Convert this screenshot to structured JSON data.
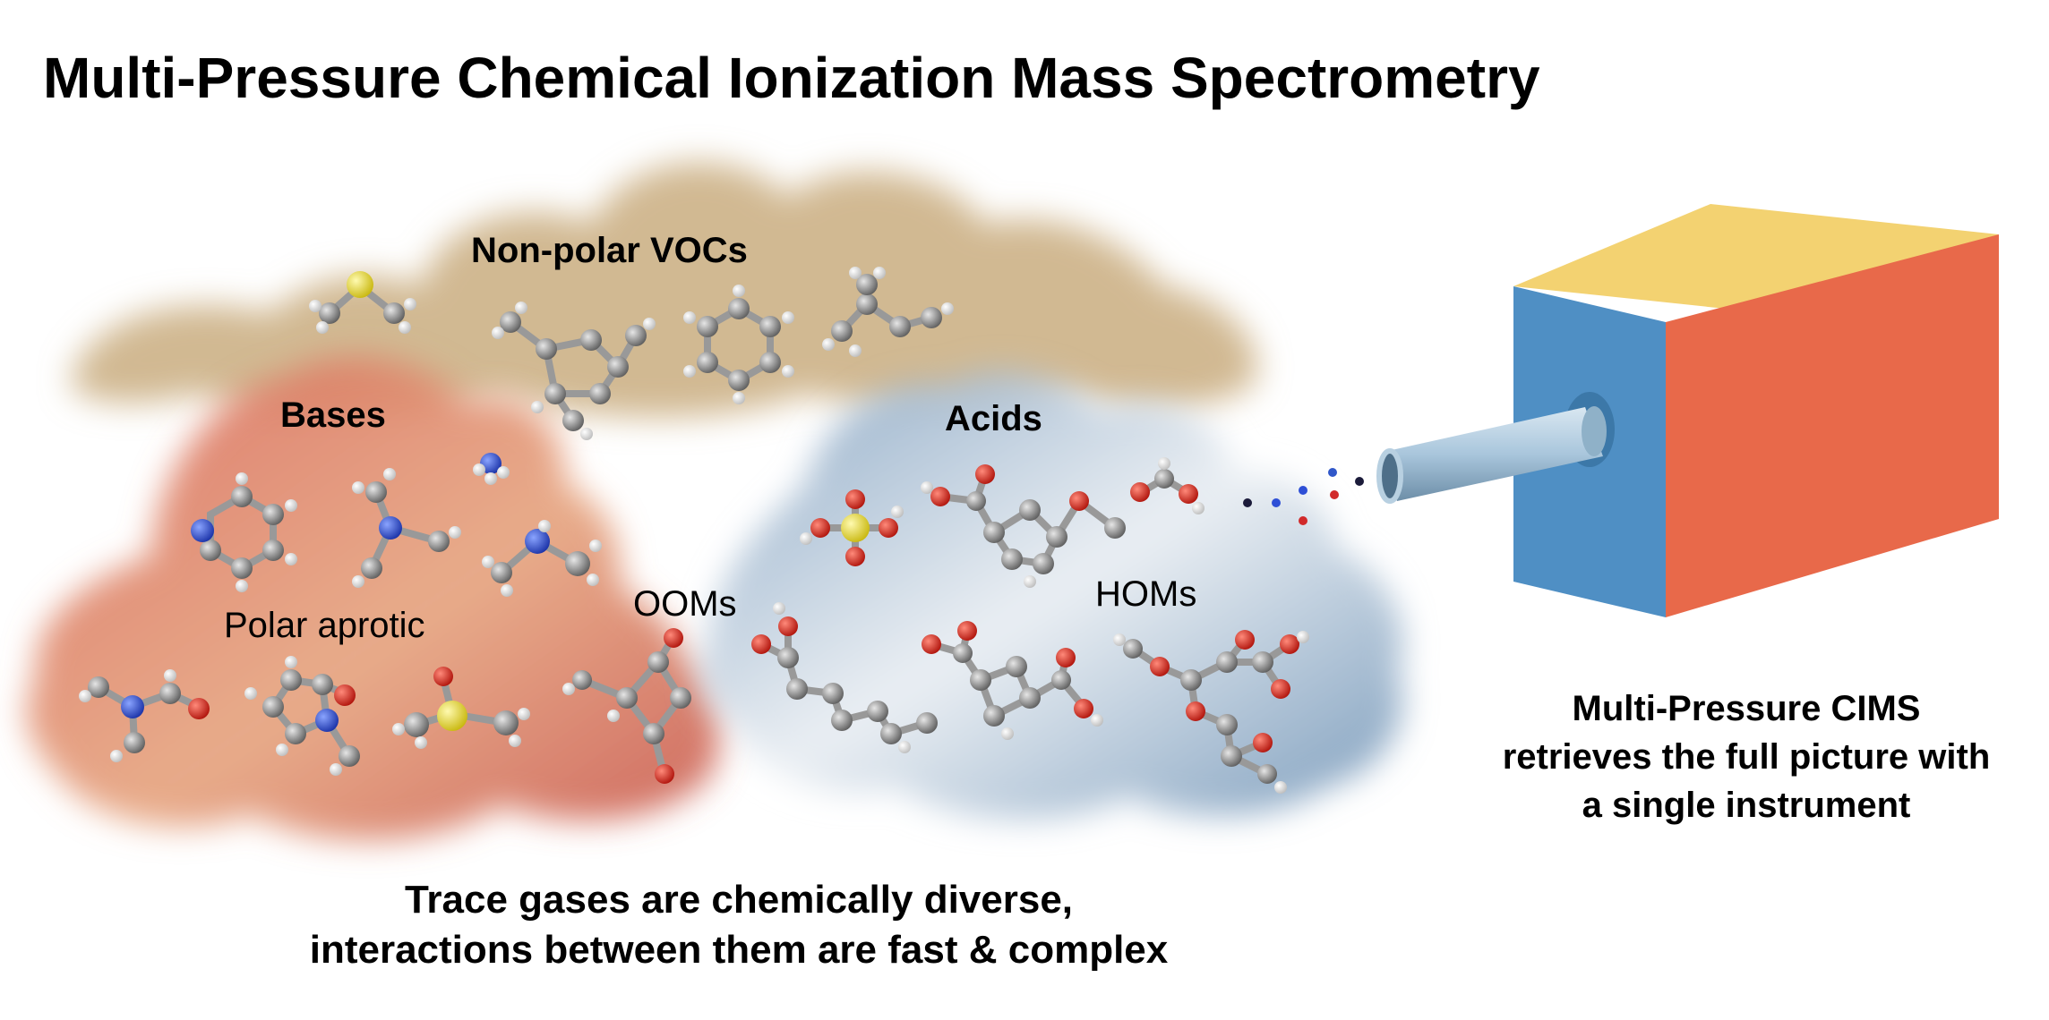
{
  "title": "Multi-Pressure Chemical Ionization Mass Spectrometry",
  "clouds": {
    "nonpolar": {
      "label": "Non-polar VOCs",
      "color": "#c9ad7f"
    },
    "bases": {
      "label": "Bases",
      "color": "#d9695a"
    },
    "polar_aprotic": {
      "label": "Polar aprotic"
    },
    "acids": {
      "label": "Acids",
      "color": "#6f93b6"
    },
    "ooms": {
      "label": "OOMs"
    },
    "homs": {
      "label": "HOMs"
    }
  },
  "bottom_caption": {
    "line1": "Trace gases are chemically diverse,",
    "line2": "interactions between them are fast & complex"
  },
  "instrument": {
    "line1": "Multi-Pressure CIMS",
    "line2": "retrieves the full picture with",
    "line3": "a single instrument",
    "colors": {
      "front": "#4f8fc4",
      "side": "#e8694a",
      "top": "#f3d271",
      "inlet": "#a9c6dc"
    }
  },
  "atom_colors": {
    "carbon": "#8a8a8a",
    "hydrogen": "#f2f2f2",
    "oxygen": "#e02b1f",
    "nitrogen": "#2e4fd6",
    "sulfur": "#e9dc2a"
  }
}
